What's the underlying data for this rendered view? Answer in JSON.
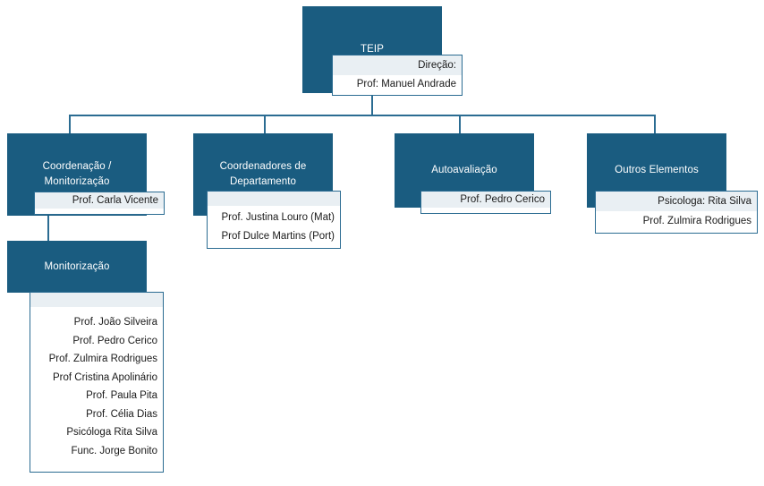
{
  "chart_data": {
    "type": "diagram",
    "title": "TEIP organizational structure chart",
    "root": {
      "id": "teip",
      "title": "TEIP",
      "panel_header": "Direção:",
      "panel_lines": [
        "Prof: Manuel Andrade"
      ]
    },
    "children": [
      {
        "id": "coordenacao",
        "title": "Coordenação /\nMonitorização",
        "panel_header": "Prof. Carla Vicente",
        "panel_lines": [],
        "children": [
          {
            "id": "monitorizacao",
            "title": "Monitorização",
            "panel_header": "",
            "panel_lines": [
              "Prof. João Silveira",
              "Prof. Pedro Cerico",
              "Prof. Zulmira Rodrigues",
              "Prof Cristina Apolinário",
              "Prof. Paula Pita",
              "Prof. Célia Dias",
              "Psicóloga Rita Silva",
              "Func. Jorge Bonito"
            ]
          }
        ]
      },
      {
        "id": "coordenadores",
        "title": "Coordenadores de\nDepartamento",
        "panel_header": "",
        "panel_lines": [
          "Prof. Justina Louro (Mat)",
          "Prof Dulce Martins (Port)"
        ]
      },
      {
        "id": "autoavaliacao",
        "title": "Autoavaliação",
        "panel_header": "Prof. Pedro Cerico",
        "panel_lines": []
      },
      {
        "id": "outros",
        "title": "Outros Elementos",
        "panel_header": "Psicologa: Rita Silva",
        "panel_lines": [
          "Prof. Zulmira Rodrigues"
        ]
      }
    ],
    "colors": {
      "node_fill": "#1A5C80",
      "node_text": "#FFFFFF",
      "panel_header_fill": "#E9EFF3",
      "panel_body_fill": "#FFFFFF",
      "panel_border": "#2B6C92",
      "connector": "#2B6C92",
      "background": "#FFFFFF",
      "body_text": "#1A1A1A"
    }
  },
  "nodes": {
    "teip": {
      "title": "TEIP",
      "panel_header": "Direção:",
      "line_1": "Prof: Manuel Andrade"
    },
    "coordenacao": {
      "title": "Coordenação /\nMonitorização",
      "panel_header": "Prof. Carla Vicente"
    },
    "monitorizacao": {
      "title": "Monitorização",
      "panel_header": "",
      "line_1": "Prof. João Silveira",
      "line_2": "Prof. Pedro Cerico",
      "line_3": "Prof. Zulmira Rodrigues",
      "line_4": "Prof Cristina Apolinário",
      "line_5": "Prof. Paula Pita",
      "line_6": "Prof. Célia Dias",
      "line_7": "Psicóloga Rita Silva",
      "line_8": "Func. Jorge Bonito"
    },
    "coordenadores": {
      "title": "Coordenadores de\nDepartamento",
      "panel_header": "",
      "line_1": "Prof. Justina Louro (Mat)",
      "line_2": "Prof Dulce Martins (Port)"
    },
    "autoavaliacao": {
      "title": "Autoavaliação",
      "panel_header": "Prof. Pedro Cerico"
    },
    "outros": {
      "title": "Outros Elementos",
      "panel_header": "Psicologa: Rita Silva",
      "line_1": "Prof. Zulmira Rodrigues"
    }
  }
}
